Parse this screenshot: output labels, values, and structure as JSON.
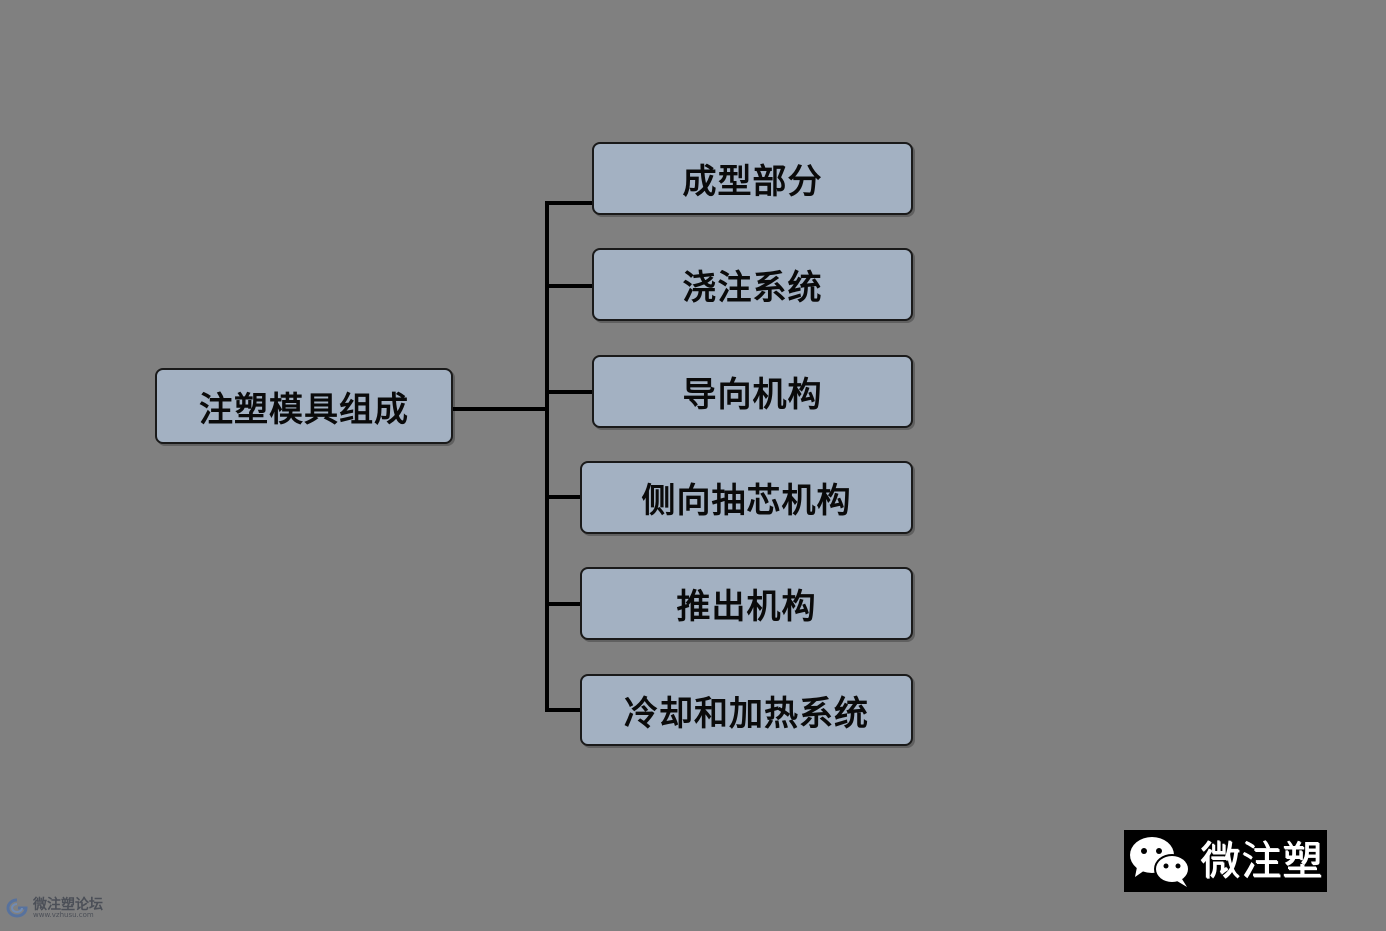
{
  "diagram": {
    "root": {
      "label": "注塑模具组成"
    },
    "children": [
      {
        "label": "成型部分"
      },
      {
        "label": "浇注系统"
      },
      {
        "label": "导向机构"
      },
      {
        "label": "侧向抽芯机构"
      },
      {
        "label": "推出机构"
      },
      {
        "label": "冷却和加热系统"
      }
    ]
  },
  "watermark": {
    "brand": "微注塑",
    "forum_name": "微注塑论坛",
    "forum_url": "www.vzhusu.com"
  },
  "colors": {
    "background": "#808080",
    "box_fill": "#a3b1c2",
    "line": "#000000"
  }
}
